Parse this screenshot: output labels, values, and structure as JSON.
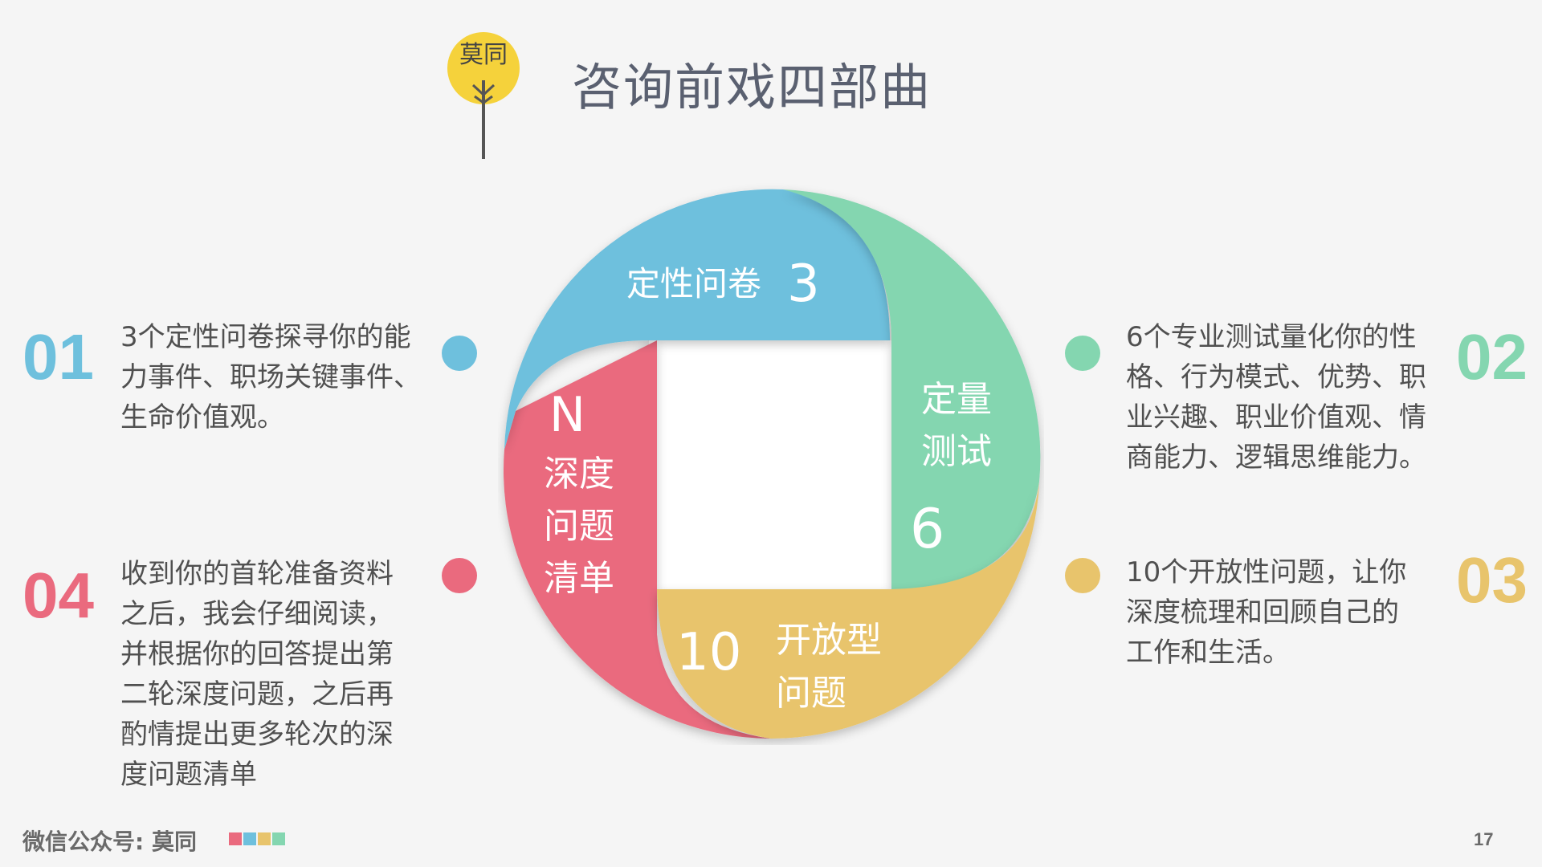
{
  "header": {
    "logo_text": "莫同",
    "title": "咨询前戏四部曲"
  },
  "colors": {
    "blue": "#6ec0dd",
    "green": "#84d6b0",
    "yellow": "#e8c46c",
    "red": "#ea6a7e",
    "logo_yellow": "#f5d23b"
  },
  "items": [
    {
      "number": "01",
      "text_lines": [
        "3个定性问卷探寻你的能",
        "力事件、职场关键事件、",
        "生命价值观。"
      ]
    },
    {
      "number": "02",
      "text_lines": [
        "6个专业测试量化你的性",
        "格、行为模式、优势、职",
        "业兴趣、职业价值观、情",
        "商能力、逻辑思维能力。"
      ]
    },
    {
      "number": "03",
      "text_lines": [
        "10个开放性问题，让你",
        "深度梳理和回顾自己的",
        "工作和生活。"
      ]
    },
    {
      "number": "04",
      "text_lines": [
        "收到你的首轮准备资料",
        "之后，我会仔细阅读，",
        "并根据你的回答提出第",
        "二轮深度问题，之后再",
        "酌情提出更多轮次的深",
        "度问题清单"
      ]
    }
  ],
  "diagram": {
    "blue_label": "定性问卷",
    "blue_count": "3",
    "green_label_1": "定量",
    "green_label_2": "测试",
    "green_count": "6",
    "yellow_count": "10",
    "yellow_label_1": "开放型",
    "yellow_label_2": "问题",
    "red_count": "N",
    "red_label_1": "深度",
    "red_label_2": "问题",
    "red_label_3": "清单"
  },
  "footer": {
    "account": "微信公众号: 莫同",
    "page_number": "17"
  }
}
